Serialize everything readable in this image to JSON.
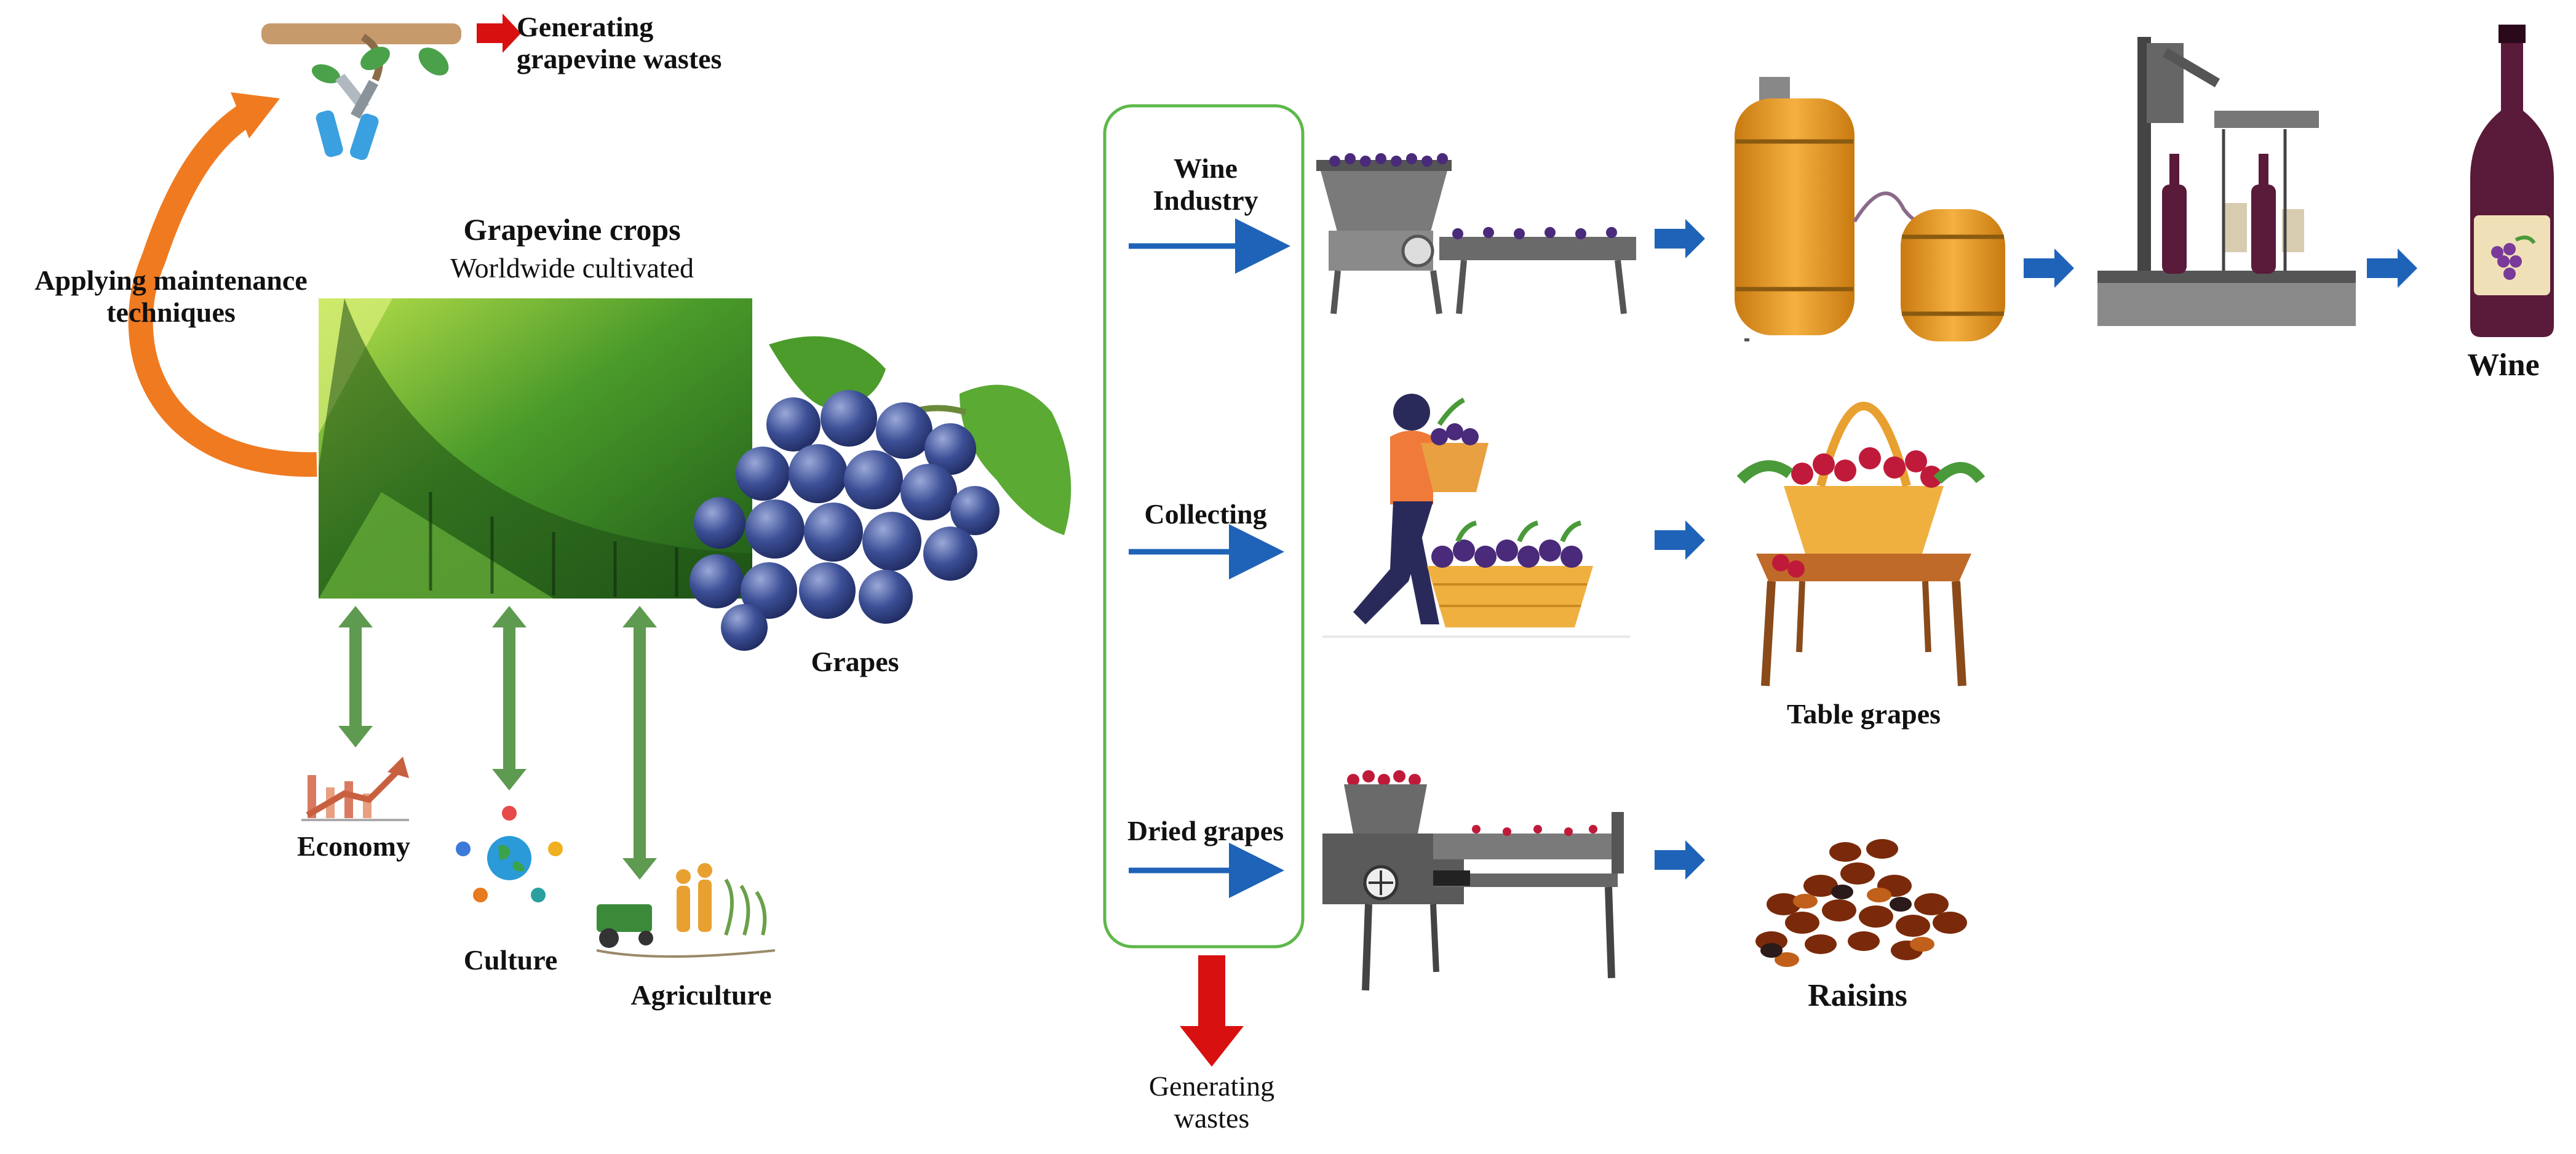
{
  "top": {
    "generating_grapevine_wastes_line1": "Generating",
    "generating_grapevine_wastes_line2": "grapevine wastes"
  },
  "left": {
    "maintenance_line1": "Applying maintenance",
    "maintenance_line2": "techniques",
    "crops_title": "Grapevine crops",
    "crops_subtitle": "Worldwide cultivated",
    "grapes_label": "Grapes",
    "economy_label": "Economy",
    "culture_label": "Culture",
    "agriculture_label": "Agriculture"
  },
  "branches": {
    "wine_line1": "Wine",
    "wine_line2": "Industry",
    "collecting": "Collecting",
    "dried": "Dried grapes",
    "generating_wastes_line1": "Generating",
    "generating_wastes_line2": "wastes"
  },
  "products": {
    "wine": "Wine",
    "table_grapes": "Table grapes",
    "raisins": "Raisins"
  },
  "colors": {
    "flow_arrow": "#1f63b8",
    "waste_arrow": "#d91010",
    "cycle_arrow": "#f07a20",
    "link_arrow": "#5e9a50",
    "branch_box": "#5db84a",
    "grape": "#3c4f96",
    "wine_bottle": "#5a1a3a",
    "barrel": "#e7951e"
  }
}
